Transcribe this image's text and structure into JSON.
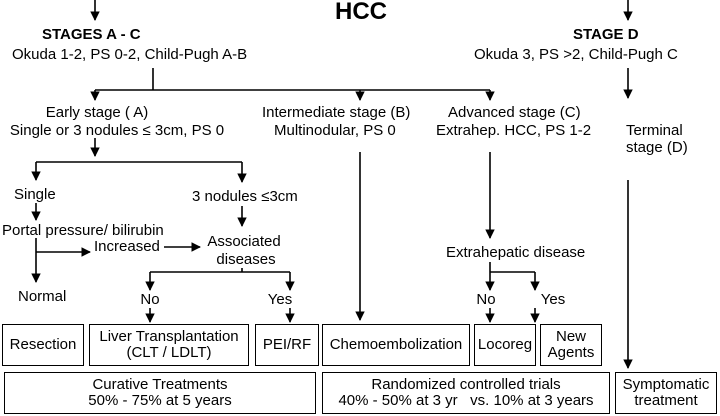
{
  "title": "HCC",
  "stages_ac": {
    "heading": "STAGES A - C",
    "criteria": "Okuda 1-2, PS 0-2, Child-Pugh A-B"
  },
  "stage_d": {
    "heading": "STAGE  D",
    "criteria": "Okuda 3, PS >2, Child-Pugh C"
  },
  "early": {
    "line1": "Early stage ( A)",
    "line2": "Single or 3 nodules ≤ 3cm, PS 0"
  },
  "intermediate": {
    "line1": "Intermediate  stage (B)",
    "line2": "Multinodular, PS 0"
  },
  "advanced": {
    "line1": "Advanced  stage (C)",
    "line2": "Extrahep. HCC, PS 1-2"
  },
  "terminal": {
    "line1": "Terminal",
    "line2": "stage (D)"
  },
  "single": "Single",
  "three_nodules": "3 nodules ≤3cm",
  "portal": "Portal pressure/ bilirubin",
  "increased": "Increased",
  "normal": "Normal",
  "associated": {
    "line1": "Associated",
    "line2": "diseases"
  },
  "assoc_no": "No",
  "assoc_yes": "Yes",
  "extrahepatic": "Extrahepatic disease",
  "extra_no": "No",
  "extra_yes": "Yes",
  "treatments": {
    "resection": "Resection",
    "liver_tx_line1": "Liver Transplantation",
    "liver_tx_line2": "(CLT / LDLT)",
    "pei_rf": "PEI/RF",
    "chemo": "Chemoembolization",
    "locoreg": "Locoreg",
    "new_agents_line1": "New",
    "new_agents_line2": "Agents"
  },
  "outcomes": {
    "curative_line1": "Curative Treatments",
    "curative_line2": "50% - 75% at 5 years",
    "rct_line1": "Randomized controlled trials",
    "rct_line2": "40% - 50% at 3 yr   vs. 10% at 3 years",
    "symptomatic_line1": "Symptomatic",
    "symptomatic_line2": "treatment"
  }
}
